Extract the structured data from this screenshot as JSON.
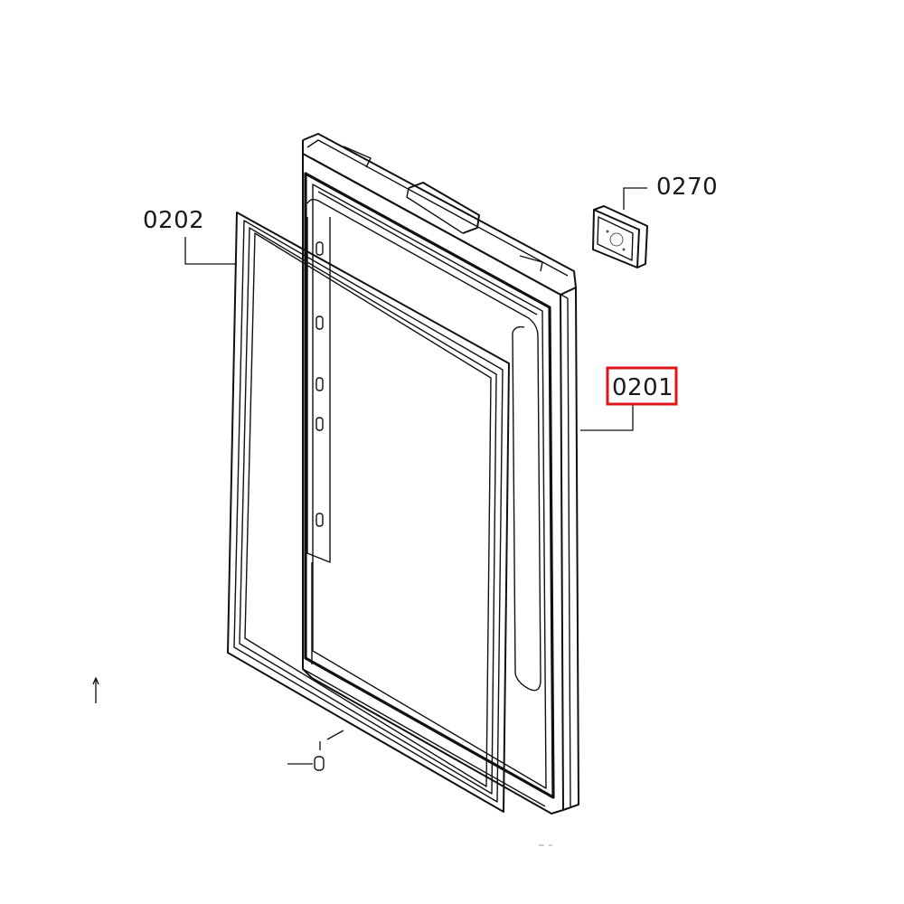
{
  "diagram": {
    "parts": [
      {
        "id": "0202",
        "label": "0202",
        "highlighted": false
      },
      {
        "id": "0270",
        "label": "0270",
        "highlighted": false
      },
      {
        "id": "0201",
        "label": "0201",
        "highlighted": true
      }
    ],
    "colors": {
      "line": "#111111",
      "highlight": "#e0151b",
      "background": "#ffffff"
    }
  }
}
